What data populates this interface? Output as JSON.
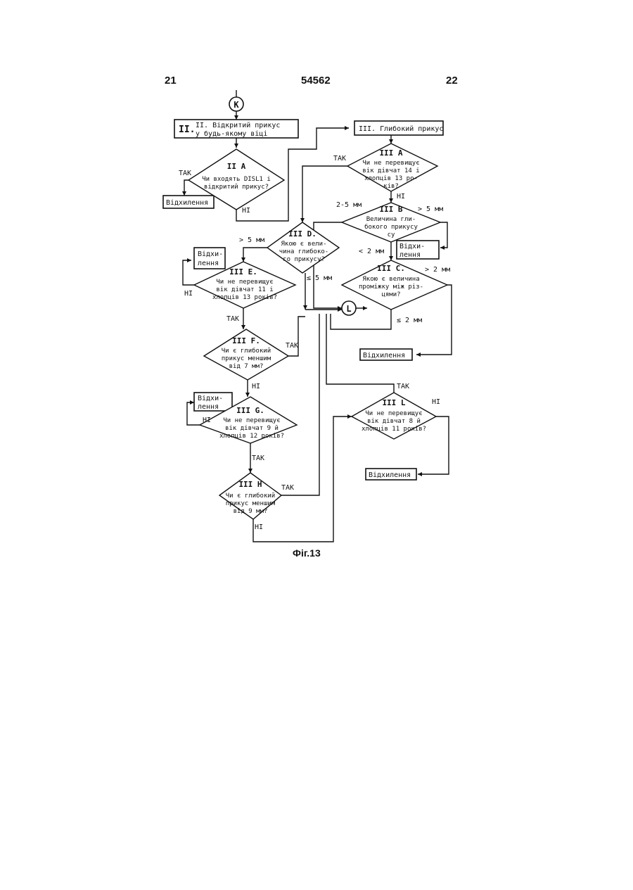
{
  "header": {
    "left": "21",
    "center": "54562",
    "right": "22"
  },
  "caption": "Фіг.13",
  "connectors": {
    "k": "K",
    "l": "L"
  },
  "boxes": {
    "ii": [
      "II. Відкритий прикус",
      "у будь-якому віці"
    ],
    "iii": "III. Глибокий прикус",
    "dev1": "Відхилення",
    "dev2": [
      "Відхи-",
      "лення"
    ],
    "dev3": [
      "Відхи-",
      "лення"
    ],
    "dev4": "Відхилення",
    "dev5": [
      "Відхи-",
      "лення"
    ],
    "dev6": "Відхилення"
  },
  "decisions": {
    "iia": {
      "title": "II A",
      "lines": [
        "Чи входять DISL1 і",
        "відкритий прикус?"
      ]
    },
    "iiia": {
      "title": "III A",
      "lines": [
        "Чи не перевищує",
        "вік дівчат 14 і",
        "хлопців 13 ро-",
        "ків?"
      ]
    },
    "iiib": {
      "title": "III B",
      "lines": [
        "Величина гли-",
        "бокого прикусу"
      ]
    },
    "iiic": {
      "title": "III C.",
      "lines": [
        "Якою є величина",
        "проміжку між різ-",
        "цями?"
      ]
    },
    "iiid": {
      "title": "III D.",
      "lines": [
        "Якою є вели-",
        "чина глибоко-",
        "го прикусу?"
      ]
    },
    "iiie": {
      "title": "III E.",
      "lines": [
        "Чи не перевищує",
        "вік дівчат 11 і",
        "хлопців 13 років?"
      ]
    },
    "iiif": {
      "title": "III F.",
      "lines": [
        "Чи є глибокий",
        "прикус меншим",
        "від 7 мм?"
      ]
    },
    "iiig": {
      "title": "III G.",
      "lines": [
        "Чи не перевищує",
        "вік дівчат 9 й",
        "хлопців 12 років?"
      ]
    },
    "iiih": {
      "title": "III H",
      "lines": [
        "Чи є глибокий",
        "прикус меншим",
        "від 9 мм?"
      ]
    },
    "iiil": {
      "title": "III L",
      "lines": [
        "Чи не перевищує",
        "вік дівчат 8 й",
        "хлопців 11 років?"
      ]
    }
  },
  "labels": {
    "tak1": "ТАК",
    "ni1": "НІ",
    "tak2": "ТАК",
    "ni2": "НІ",
    "b_25": "2-5 мм",
    "b_gt5": "> 5 мм",
    "b_lt2": "< 2 мм",
    "c_gt2": "> 2 мм",
    "c_le2": "≤ 2 мм",
    "d_gt5": "> 5 мм",
    "d_le5": "≤ 5 мм",
    "e_ni": "НІ",
    "e_tak": "ТАК",
    "f_tak": "ТАК",
    "f_ni": "НІ",
    "g_ni": "НІ",
    "g_tak": "ТАК",
    "h_tak": "ТАК",
    "h_ni": "НІ",
    "l_tak": "ТАК",
    "l_ni": "НІ"
  }
}
